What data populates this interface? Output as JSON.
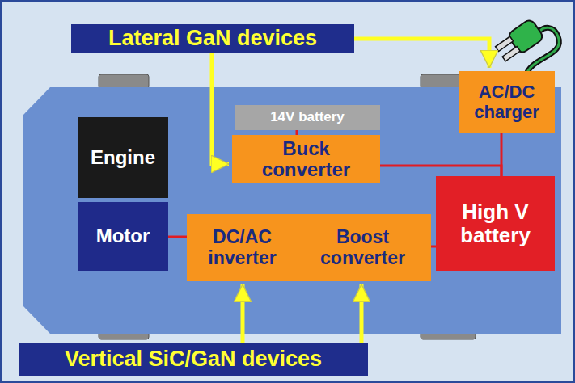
{
  "diagram": {
    "nodes": [
      {
        "text": [
          "Lateral GaN devices"
        ]
      },
      {
        "text": [
          "AC/DC charger"
        ]
      },
      {
        "text": [
          "14V battery"
        ]
      },
      {
        "text": [
          "Engine"
        ]
      },
      {
        "text": [
          "Buck converter"
        ]
      },
      {
        "text": [
          "High V battery"
        ]
      },
      {
        "text": [
          "Motor"
        ]
      },
      {
        "text": [
          "DC/AC inverter"
        ]
      },
      {
        "text": [
          "Boost converter"
        ]
      },
      {
        "text": [
          "Vertical SiC/GaN devices"
        ]
      }
    ],
    "edges": [
      {
        "from": 0,
        "to": 4,
        "arrow": "to"
      },
      {
        "from": 0,
        "to": 1,
        "arrow": "to"
      },
      {
        "from": 9,
        "to": 7,
        "arrow": "to"
      },
      {
        "from": 9,
        "to": 8,
        "arrow": "to"
      },
      {
        "from": 2,
        "to": 4,
        "arrow": "none"
      },
      {
        "from": 4,
        "to": 5,
        "arrow": "none"
      },
      {
        "from": 1,
        "to": 5,
        "arrow": "none"
      },
      {
        "from": 8,
        "to": 5,
        "arrow": "none"
      },
      {
        "from": 7,
        "to": 8,
        "arrow": "none"
      },
      {
        "from": 6,
        "to": 7,
        "arrow": "none"
      }
    ]
  }
}
